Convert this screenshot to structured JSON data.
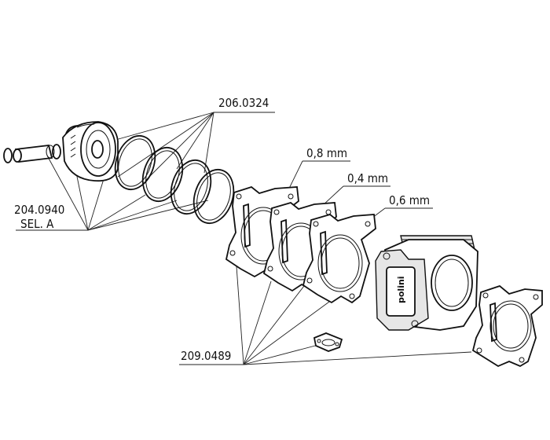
{
  "labels": {
    "rings_code": "206.0324",
    "piston_code_line1": "204.0940",
    "piston_code_line2": "SEL. A",
    "gasket_a": "0,8 mm",
    "gasket_b": "0,4 mm",
    "gasket_c": "0,6 mm",
    "cylinder_code": "209.0489"
  }
}
